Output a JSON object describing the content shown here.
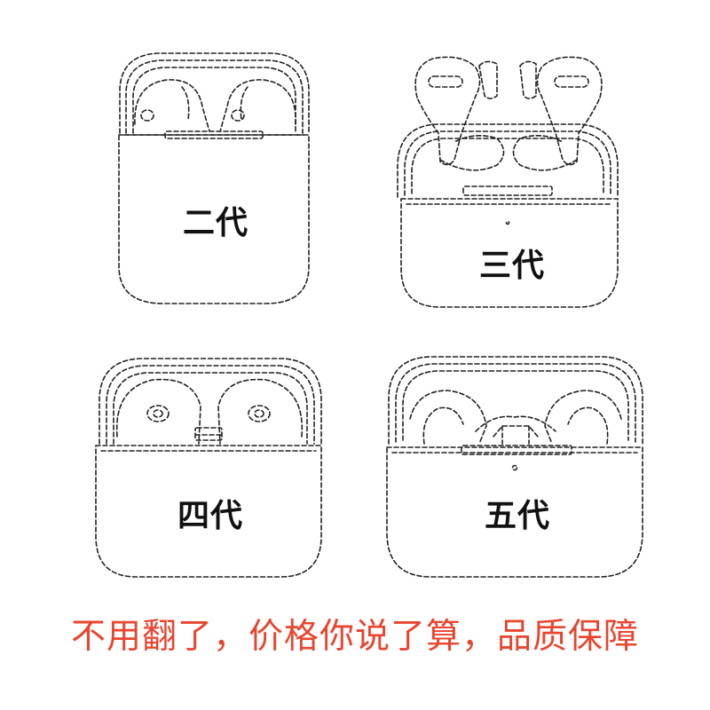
{
  "cases": [
    {
      "label": "二代"
    },
    {
      "label": "三代"
    },
    {
      "label": "四代"
    },
    {
      "label": "五代"
    }
  ],
  "slogan": "不用翻了，价格你说了算，品质保障",
  "colors": {
    "slogan": "#e8452f",
    "outline": "#222222",
    "label": "#111111",
    "background": "#ffffff"
  }
}
